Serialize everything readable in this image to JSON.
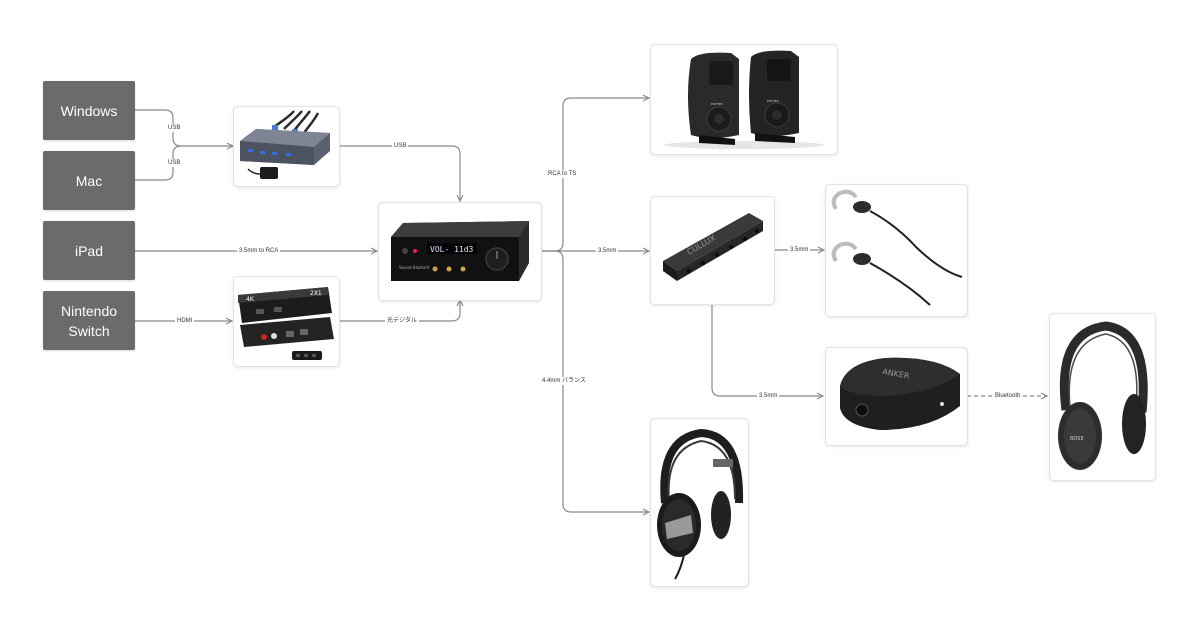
{
  "sources": [
    {
      "id": "windows",
      "label": "Windows"
    },
    {
      "id": "mac",
      "label": "Mac"
    },
    {
      "id": "ipad",
      "label": "iPad"
    },
    {
      "id": "switch",
      "label": "Nintendo\nSwitch"
    }
  ],
  "device_text": {
    "dac_display": "VOL- 11d3",
    "dac_brand": "Sound BlasterX",
    "splitter_brand": "CULLUX",
    "transmitter_brand": "ANKER",
    "speaker_brand": "EDIFIER"
  },
  "connections": {
    "windows_usb": "USB",
    "mac_usb": "USB",
    "hub_to_dac": "USB",
    "ipad_to_dac": "3.5mm to RCA",
    "switch_hdmi": "HDMI",
    "optical_to_dac": "光デジタル",
    "dac_to_speakers": "RCA to TS",
    "dac_to_splitter": "3.5mm",
    "splitter_to_earbuds": "3.5mm",
    "splitter_to_transmitter": "3.5mm",
    "transmitter_to_headphones": "Bluetooth",
    "dac_to_balanced": "4.4mm バランス"
  },
  "colors": {
    "source_box": "#6b6b6b",
    "connector_line": "#8a8a8a",
    "card_border": "#e2e2e2"
  }
}
